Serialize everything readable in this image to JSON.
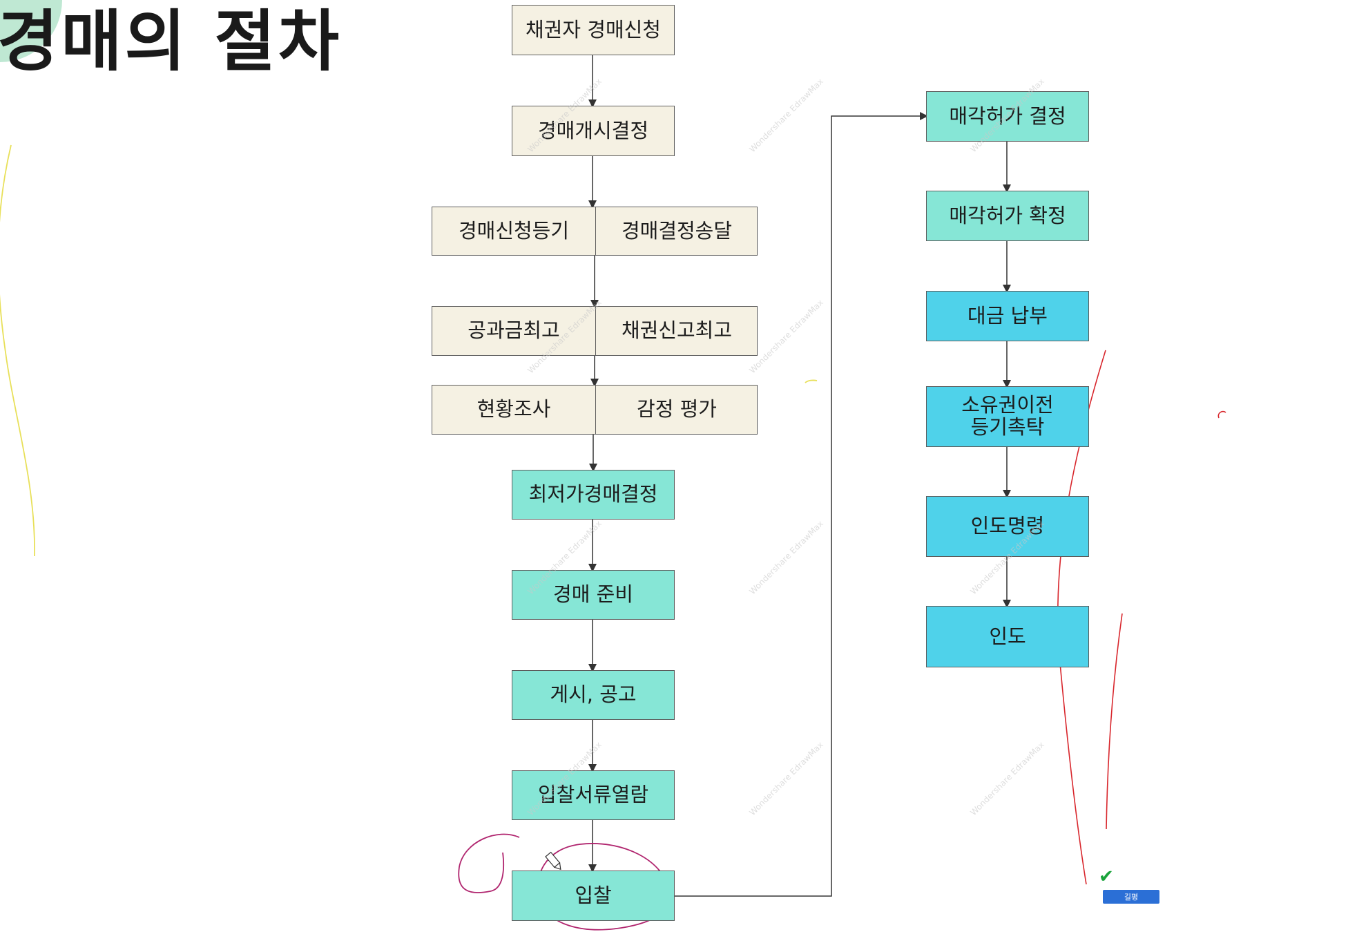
{
  "title": "경매의 절차",
  "flow_left": [
    {
      "label": "채권자 경매신청"
    },
    {
      "label": "경매개시결정"
    },
    {
      "left": "경매신청등기",
      "right": "경매결정송달"
    },
    {
      "left": "공과금최고",
      "right": "채권신고최고"
    },
    {
      "left": "현황조사",
      "right": "감정 평가"
    },
    {
      "label": "최저가경매결정"
    },
    {
      "label": "경매 준비"
    },
    {
      "label": "게시, 공고"
    },
    {
      "label": "입찰서류열람"
    },
    {
      "label": "입찰"
    }
  ],
  "flow_right": [
    {
      "label": "매각허가 결정"
    },
    {
      "label": "매각허가 확정"
    },
    {
      "label": "대금 납부"
    },
    {
      "label": "소유권이전\n등기촉탁"
    },
    {
      "label": "인도명령"
    },
    {
      "label": "인도"
    }
  ],
  "colors": {
    "beige": "#f5f1e3",
    "teal": "#86e6d6",
    "cyan": "#4fd2ea",
    "annotation_red": "#d8262c",
    "annotation_magenta": "#b0246e",
    "annotation_yellow": "#e8e05a"
  },
  "watermark_text": "Wondershare EdrawMax",
  "tag": {
    "label": "길평"
  },
  "icons": {
    "check": "check-icon",
    "cursor": "pen-cursor-icon"
  }
}
